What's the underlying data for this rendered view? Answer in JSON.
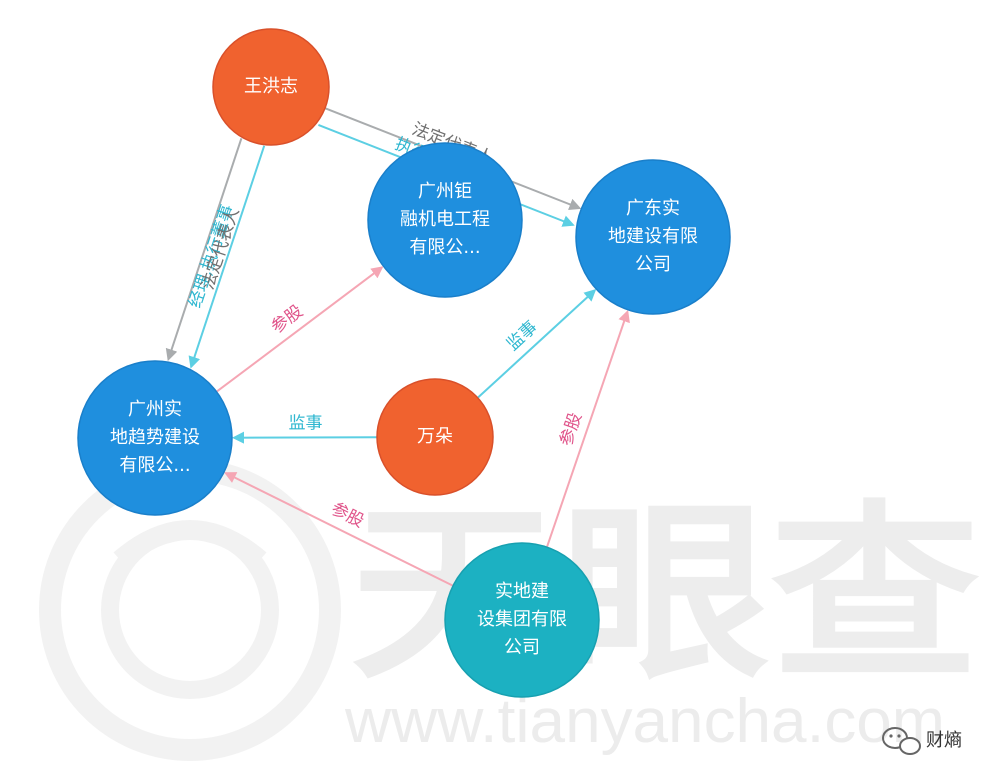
{
  "watermark": {
    "name": "天眼查",
    "url": "www.tianyancha.com"
  },
  "credit": {
    "text": "财熵",
    "icon": "wechat-icon"
  },
  "colors": {
    "person": "#f0622f",
    "company": "#1f8fde",
    "group": "#1cb1c2",
    "legal_rep": "#a9acae",
    "manager": "#5ccfe3",
    "shareholding": "#f5a6b4",
    "supervisor": "#5ccfe3"
  },
  "nodes": [
    {
      "id": "wang",
      "type": "person",
      "lines": [
        "王洪志"
      ]
    },
    {
      "id": "jujin",
      "type": "company",
      "lines": [
        "广州钜",
        "融机电工程",
        "有限公..."
      ]
    },
    {
      "id": "gdsd",
      "type": "company",
      "lines": [
        "广东实",
        "地建设有限",
        "公司"
      ]
    },
    {
      "id": "gzsd",
      "type": "company",
      "lines": [
        "广州实",
        "地趋势建设",
        "有限公..."
      ]
    },
    {
      "id": "wanduo",
      "type": "person",
      "lines": [
        "万朵"
      ]
    },
    {
      "id": "group",
      "type": "group",
      "lines": [
        "实地建",
        "设集团有限",
        "公司"
      ]
    }
  ],
  "edges": [
    {
      "from": "wang",
      "to": "gdsd",
      "kind": "legal_rep",
      "label": "法定代表人"
    },
    {
      "from": "wang",
      "to": "gdsd",
      "kind": "manager",
      "label": "执行董事,经理"
    },
    {
      "from": "wang",
      "to": "gzsd",
      "kind": "manager",
      "label": "经理,执行董事"
    },
    {
      "from": "wang",
      "to": "gzsd",
      "kind": "legal_rep",
      "label": "法定代表人"
    },
    {
      "from": "gzsd",
      "to": "jujin",
      "kind": "shareholding",
      "label": "参股"
    },
    {
      "from": "wanduo",
      "to": "gdsd",
      "kind": "supervisor",
      "label": "监事"
    },
    {
      "from": "wanduo",
      "to": "gzsd",
      "kind": "supervisor",
      "label": "监事"
    },
    {
      "from": "group",
      "to": "gdsd",
      "kind": "shareholding",
      "label": "参股"
    },
    {
      "from": "group",
      "to": "gzsd",
      "kind": "shareholding",
      "label": "参股"
    }
  ]
}
